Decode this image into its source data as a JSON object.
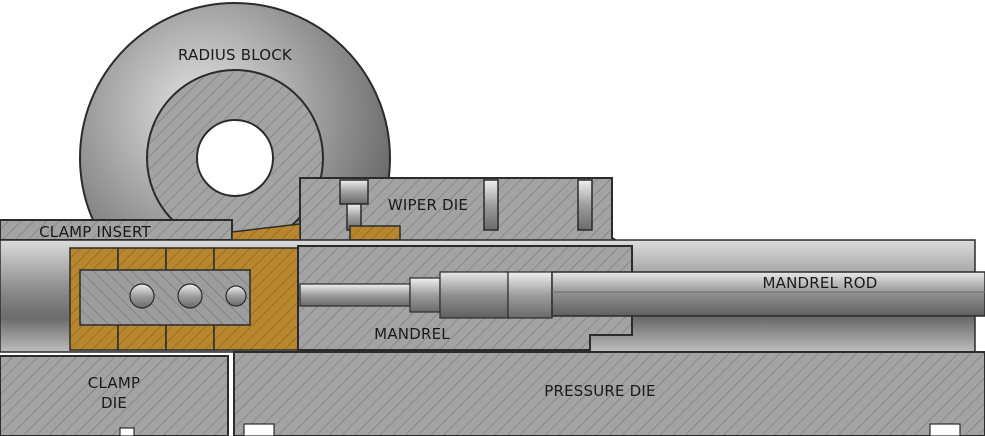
{
  "labels": {
    "radius_block": "RADIUS BLOCK",
    "wiper_die": "WIPER DIE",
    "clamp_insert": "CLAMP INSERT",
    "mandrel_rod": "MANDREL ROD",
    "mandrel": "MANDREL",
    "clamp_die_line1": "CLAMP",
    "clamp_die_line2": "DIE",
    "pressure_die": "PRESSURE DIE"
  },
  "colors": {
    "steel": "#a9a9a9",
    "steel_dark": "#7e7e7e",
    "bronze": "#b8862e",
    "outline": "#2b2b2b"
  }
}
